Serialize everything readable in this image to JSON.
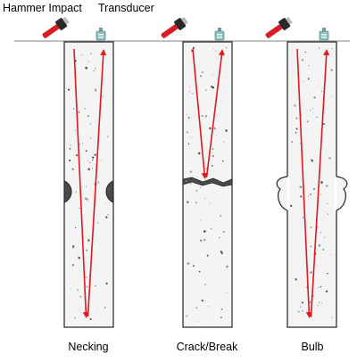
{
  "labels": {
    "hammer": "Hammer Impact",
    "transducer": "Transducer"
  },
  "piles": [
    {
      "caption": "Necking",
      "defect": "necking"
    },
    {
      "caption": "Crack/Break",
      "defect": "crack"
    },
    {
      "caption": "Bulb",
      "defect": "bulb"
    }
  ],
  "colors": {
    "wave": "#e0191f",
    "hammer_head": "#d91c23",
    "hammer_tool": "#2a2a2a",
    "sensor": "#8fc1c1",
    "concrete_fill": "#f4f4f4",
    "defect_fill": "#4a4a4a",
    "outline": "#222222"
  },
  "icons": [
    "hammer-icon",
    "transducer-icon"
  ]
}
